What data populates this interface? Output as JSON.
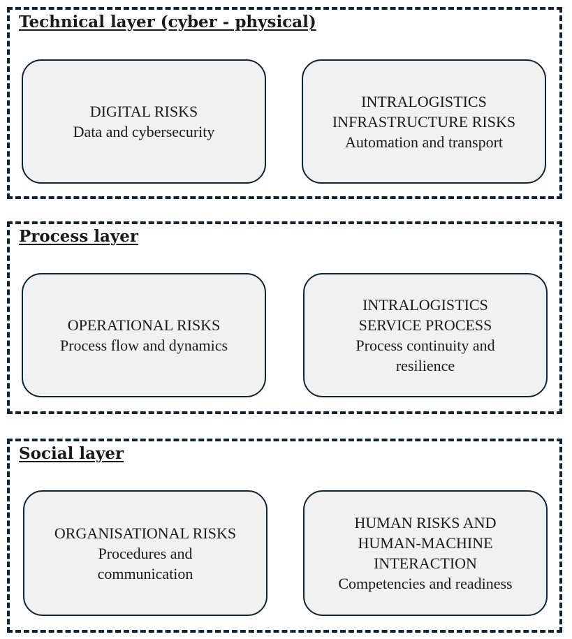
{
  "layers": [
    {
      "title": "Technical layer (cyber - physical)",
      "boxes": [
        {
          "lines": [
            "DIGITAL RISKS",
            "Data and cybersecurity"
          ]
        },
        {
          "lines": [
            "INTRALOGISTICS",
            "INFRASTRUCTURE RISKS",
            "Automation and transport"
          ]
        }
      ]
    },
    {
      "title": "Process layer",
      "boxes": [
        {
          "lines": [
            "OPERATIONAL RISKS",
            "Process flow and dynamics"
          ]
        },
        {
          "lines": [
            "INTRALOGISTICS",
            "SERVICE PROCESS",
            "Process continuity and",
            "resilience"
          ]
        }
      ]
    },
    {
      "title": "Social layer",
      "boxes": [
        {
          "lines": [
            "ORGANISATIONAL RISKS",
            "Procedures and",
            "communication"
          ]
        },
        {
          "lines": [
            "HUMAN RISKS AND",
            "HUMAN-MACHINE",
            "INTERACTION",
            "Competencies and readiness"
          ]
        }
      ]
    }
  ]
}
